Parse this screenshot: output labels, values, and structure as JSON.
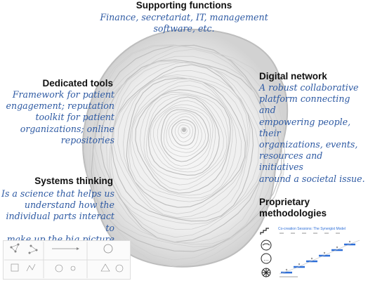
{
  "colors": {
    "heading": "#111111",
    "description": "#2e5aa3",
    "wood_dark": "#bdbdbd",
    "wood_light": "#f2f2f2",
    "accent": "#2e6fd8"
  },
  "supporting": {
    "title": "Supporting functions",
    "desc": [
      "Finance, secretariat, IT, management",
      "software, etc."
    ]
  },
  "dedicated": {
    "title": "Dedicated tools",
    "desc": [
      "Framework for patient",
      "engagement; reputation",
      "toolkit for patient",
      "organizations; online",
      "repositories"
    ]
  },
  "digital": {
    "title": "Digital network",
    "desc": [
      "A robust collaborative",
      "platform connecting and",
      "empowering people, their",
      "organizations, events,",
      "resources and initiatives",
      "around a societal issue."
    ]
  },
  "systems": {
    "title": "Systems thinking",
    "desc": [
      "Is a science that helps us",
      "understand how the",
      "individual parts interact to",
      "make up the big picture"
    ]
  },
  "methodologies": {
    "title": [
      "Proprietary",
      "methodologies"
    ]
  },
  "thumbnail_right": {
    "title": "Co-creation Sessions: The Synergist Model"
  },
  "icons": [
    "staircase-icon",
    "handshake-icon",
    "chat-icon",
    "network-icon"
  ]
}
